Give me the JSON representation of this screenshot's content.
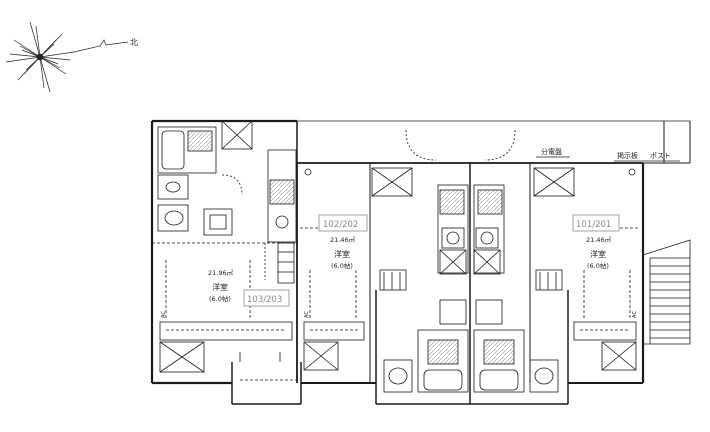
{
  "compass": {
    "north_label": "北"
  },
  "labels": {
    "distribution_board": "分電盤",
    "notice_board": "掲示板",
    "post": "ポスト"
  },
  "units": [
    {
      "number": "103/203",
      "area": "21.96㎡",
      "room": "洋室",
      "tatami": "(6.0帖)"
    },
    {
      "number": "102/202",
      "area": "21.46㎡",
      "room": "洋室",
      "tatami": "(6.0帖)"
    },
    {
      "number": "101/201",
      "area": "21.46㎡",
      "room": "洋室",
      "tatami": "(6.0帖)"
    }
  ],
  "ac_label": "AC",
  "colors": {
    "line": "#1a1a1a",
    "unit_box": "#8a8a8a"
  }
}
